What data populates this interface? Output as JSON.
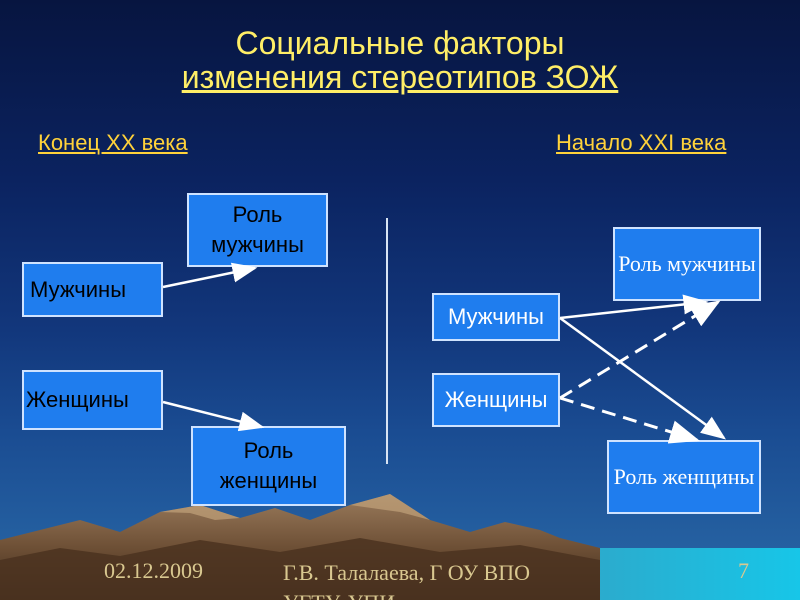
{
  "title": {
    "line1": "Социальные факторы",
    "line2": "изменения стереотипов ЗОЖ "
  },
  "left": {
    "header": "Конец XX века",
    "men": "Мужчины",
    "women": "Женщины",
    "role_men": "Роль мужчины",
    "role_women": "Роль женщины"
  },
  "right": {
    "header": "Начало XXI века",
    "men": "Мужчины",
    "women": "Женщины",
    "role_men": "Роль мужчины",
    "role_women": "Роль женщины"
  },
  "footer": {
    "date": "02.12.2009",
    "author": "Г.В. Талалаева, Г ОУ ВПО УГТУ-УПИ",
    "page": "7"
  },
  "colors": {
    "title": "#ffee66",
    "header": "#ffd23a",
    "box": "#1f7dee",
    "arrow": "#ffffff"
  }
}
